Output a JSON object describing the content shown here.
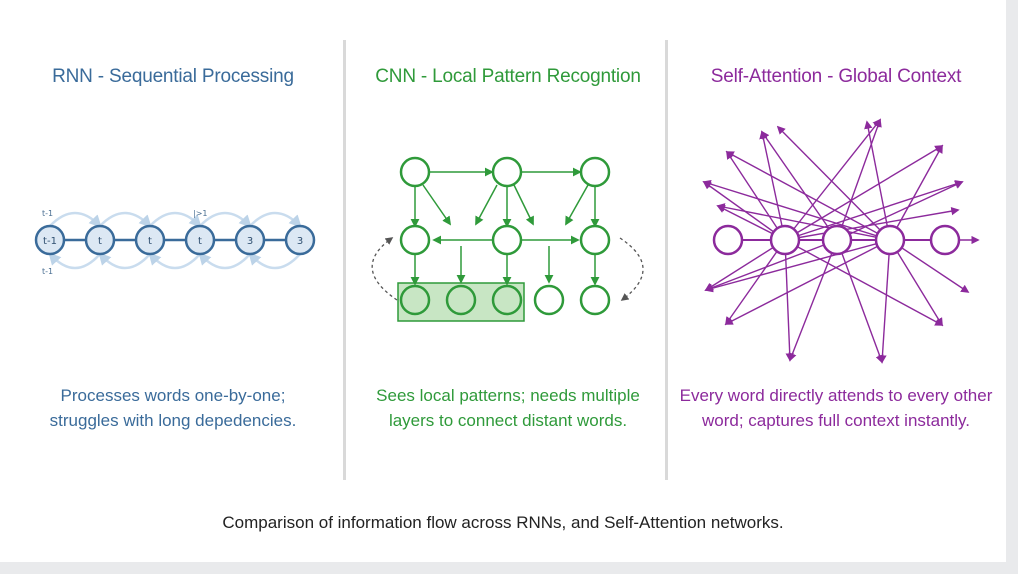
{
  "panels": [
    {
      "title": "RNN - Sequential Processing",
      "description_line1": "Processes words one-by-one;",
      "description_line2": "struggles with long depedencies.",
      "color": "#3a6b9a",
      "node_labels": [
        "t-1",
        "t",
        "t",
        "t",
        "3",
        "3"
      ],
      "small_labels": [
        "t-1",
        "t-1",
        "|>1"
      ]
    },
    {
      "title": "CNN - Local Pattern Recogntion",
      "description_line1": "Sees local patterns; needs multiple",
      "description_line2": "layers to connect distant words.",
      "color": "#2f9a3a"
    },
    {
      "title": "Self-Attention - Global Context",
      "description_line1": "Every word directly attends to every other",
      "description_line2": "word; captures full context instantly.",
      "color": "#8c2a9c"
    }
  ],
  "caption": "Comparison of information flow across RNNs, and Self-Attention networks."
}
